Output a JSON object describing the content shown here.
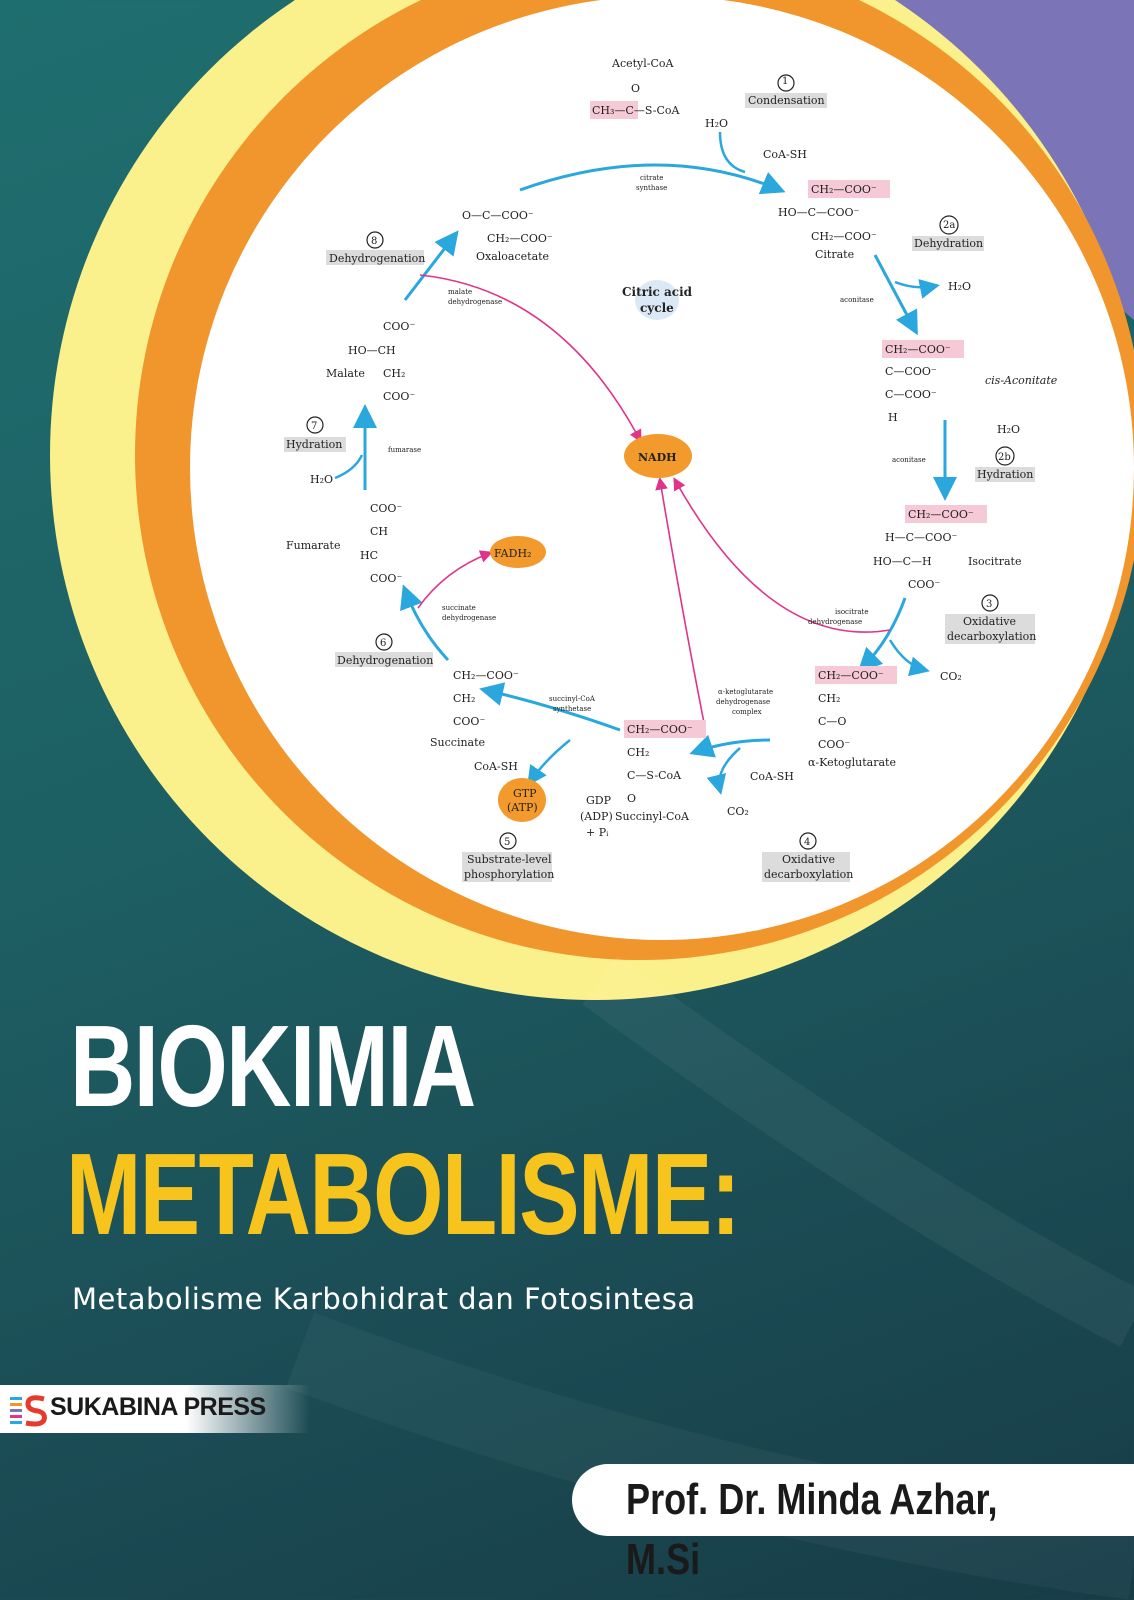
{
  "book": {
    "title_line1": "BIOKIMIA",
    "title_line2": "METABOLISME:",
    "subtitle": "Metabolisme Karbohidrat dan Fotosintesa",
    "publisher": "SUKABINA PRESS",
    "author": "Prof. Dr. Minda Azhar, M.Si"
  },
  "colors": {
    "background": "#1d5f63",
    "purple_corner": "#7b75b8",
    "yellow_arc": "#fbf18c",
    "orange_arc": "#f0962c",
    "title_yellow": "#f6c41c",
    "arrow_blue": "#2aa7dc",
    "arrow_magenta": "#e0338a"
  },
  "diagram": {
    "center_title": "Citric acid cycle",
    "steps": [
      {
        "number": "1",
        "label": "Condensation"
      },
      {
        "number": "2a",
        "label": "Dehydration"
      },
      {
        "number": "2b",
        "label": "Hydration"
      },
      {
        "number": "3",
        "label": "Oxidative decarboxylation"
      },
      {
        "number": "4",
        "label": "Oxidative decarboxylation"
      },
      {
        "number": "5",
        "label": "Substrate-level phosphorylation"
      },
      {
        "number": "6",
        "label": "Dehydrogenation"
      },
      {
        "number": "7",
        "label": "Hydration"
      },
      {
        "number": "8",
        "label": "Dehydrogenation"
      }
    ],
    "compounds": [
      "Acetyl-CoA",
      "Citrate",
      "cis-Aconitate",
      "Isocitrate",
      "α-Ketoglutarate",
      "Succinyl-CoA",
      "Succinate",
      "Fumarate",
      "Malate",
      "Oxaloacetate"
    ],
    "enzymes": [
      "citrate synthase",
      "aconitase",
      "aconitase",
      "isocitrate dehydrogenase",
      "α-ketoglutarate dehydrogenase complex",
      "succinyl-CoA synthetase",
      "succinate dehydrogenase",
      "fumarase",
      "malate dehydrogenase"
    ],
    "cofactors": [
      "NADH",
      "FADH₂",
      "GTP (ATP)"
    ],
    "small_molecules": [
      "H₂O",
      "CoA-SH",
      "H₂O",
      "H₂O",
      "CO₂",
      "CoA-SH",
      "CO₂",
      "GDP (ADP) + Pᵢ",
      "CoA-SH",
      "H₂O"
    ]
  }
}
